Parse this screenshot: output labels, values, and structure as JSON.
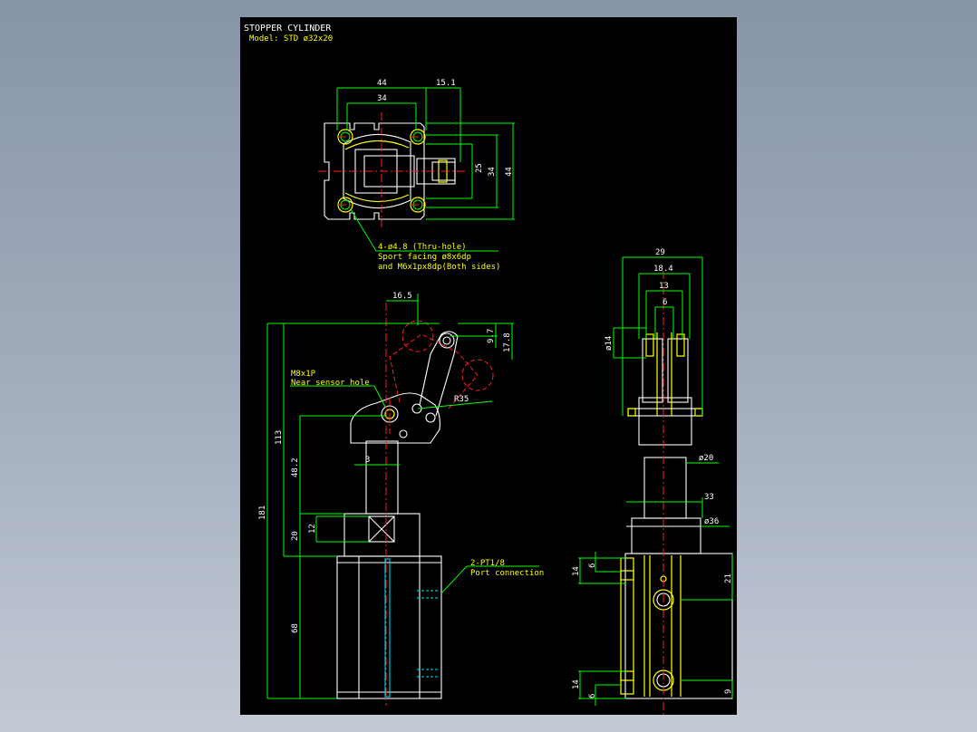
{
  "drawing": {
    "title": "STOPPER CYLINDER",
    "model": "Model: STD ø32x20"
  },
  "colors": {
    "background": "#000000",
    "outline": "#ffffff",
    "dimension": "#00ff00",
    "centerline": "#ff2020",
    "accent": "#ffff00"
  },
  "top_view": {
    "dims": {
      "width_outer": "44",
      "width_inner": "34",
      "offset": "15.1",
      "height_25": "25",
      "height_34": "34",
      "height_44": "44"
    },
    "note": {
      "line1": "4-ø4.8 (Thru-hole)",
      "line2": "Sport facing ø8x6dp",
      "line3": "and M6x1px8dp(Both sides)"
    }
  },
  "front_view": {
    "dims": {
      "top_offset": "16.5",
      "d9_7": "9.7",
      "d17_8": "17.8",
      "radius": "R35",
      "total": "181",
      "h113": "113",
      "h48_2": "48.2",
      "h3": "3",
      "h20": "20",
      "h12": "12",
      "h68": "68"
    },
    "sensor_note": {
      "line1": "M8x1P",
      "line2": "Near sensor hole"
    },
    "port_note": {
      "line1": "2-PT1/8",
      "line2": "Port connection"
    }
  },
  "side_view": {
    "dims": {
      "w29": "29",
      "w18_4": "18.4",
      "w13": "13",
      "w6": "6",
      "d14": "ø14",
      "d20": "ø20",
      "w33": "33",
      "d36": "ø36",
      "h14_top": "14",
      "h6_top": "6",
      "h21": "21",
      "h14_bot": "14",
      "h6_bot": "6",
      "h9": "9"
    }
  }
}
